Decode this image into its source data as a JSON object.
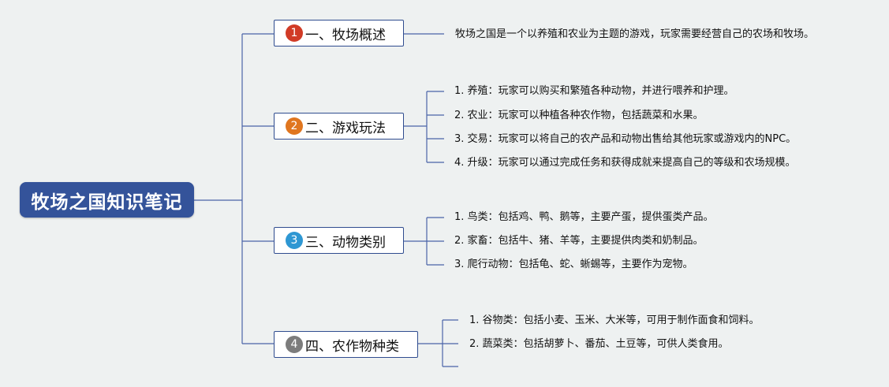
{
  "root": {
    "title": "牧场之国知识笔记"
  },
  "colors": {
    "line": "#4a64a8",
    "root_bg": "#34539a",
    "badges": [
      "#d13b26",
      "#e0761f",
      "#2e97d3",
      "#7c7c7c"
    ]
  },
  "topics": [
    {
      "badge": "1",
      "title": "一、牧场概述",
      "items": [
        "牧场之国是一个以养殖和农业为主题的游戏，玩家需要经营自己的农场和牧场。"
      ]
    },
    {
      "badge": "2",
      "title": "二、游戏玩法",
      "items": [
        "1. 养殖：玩家可以购买和繁殖各种动物，并进行喂养和护理。",
        "2. 农业：玩家可以种植各种农作物，包括蔬菜和水果。",
        "3. 交易：玩家可以将自己的农产品和动物出售给其他玩家或游戏内的NPC。",
        "4. 升级：玩家可以通过完成任务和获得成就来提高自己的等级和农场规模。"
      ]
    },
    {
      "badge": "3",
      "title": "三、动物类别",
      "items": [
        "1. 鸟类：包括鸡、鸭、鹅等，主要产蛋，提供蛋类产品。",
        "2. 家畜：包括牛、猪、羊等，主要提供肉类和奶制品。",
        "3. 爬行动物：包括龟、蛇、蜥蜴等，主要作为宠物。"
      ]
    },
    {
      "badge": "4",
      "title": "四、农作物种类",
      "items": [
        "1. 谷物类：包括小麦、玉米、大米等，可用于制作面食和饲料。",
        "2. 蔬菜类：包括胡萝卜、番茄、土豆等，可供人类食用。"
      ]
    }
  ]
}
